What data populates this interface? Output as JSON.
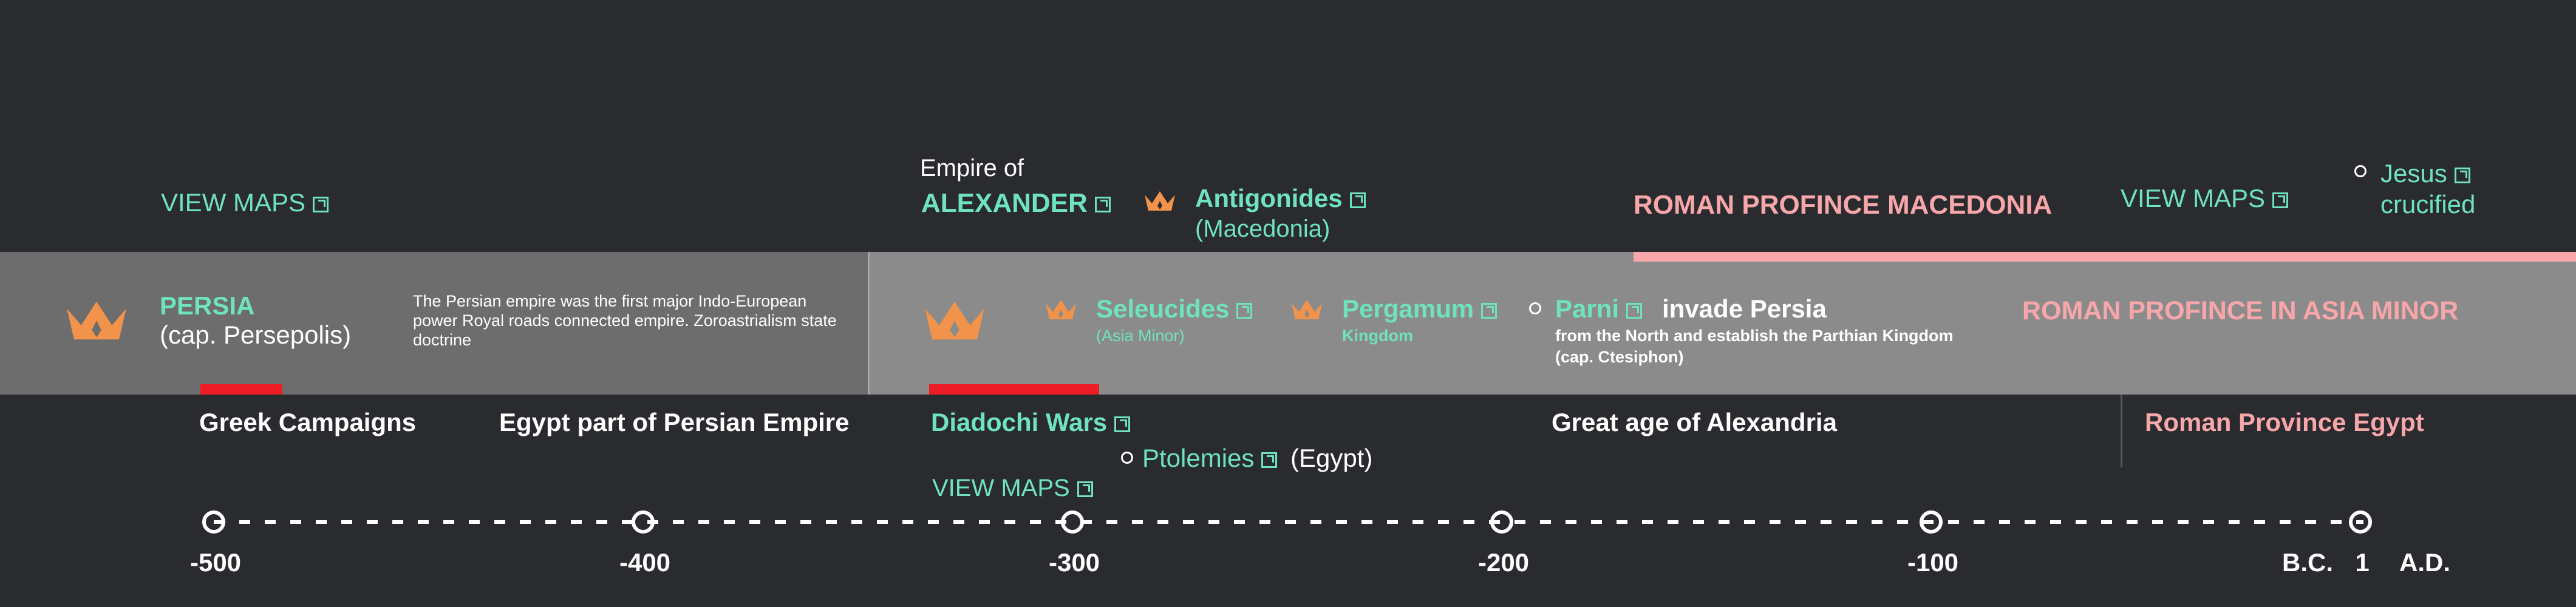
{
  "colors": {
    "background": "#2a2b2f",
    "band_left": "#6e6d6d",
    "band_right": "#8c8b8b",
    "teal": "#6fe3bd",
    "pink": "#f7a7aa",
    "red": "#ee1d25",
    "crown": "#f2934b"
  },
  "top": {
    "view_maps_1": "VIEW MAPS",
    "empire_of": "Empire of",
    "alexander": "ALEXANDER",
    "antigonides": "Antigonides",
    "antigonides_sub": "(Macedonia)",
    "roman_macedonia": "ROMAN PROFINCE MACEDONIA",
    "view_maps_2": "VIEW MAPS",
    "jesus": "Jesus",
    "crucified": "crucified"
  },
  "band": {
    "persia": "PERSIA",
    "persia_sub": "(cap. Persepolis)",
    "persia_desc": "The Persian empire was the first major Indo-European power Royal roads connected empire. Zoroastrialism state doctrine",
    "seleucides": "Seleucides",
    "seleucides_sub": "(Asia Minor)",
    "pergamum": "Pergamum",
    "pergamum_sub": "Kingdom",
    "parni": "Parni",
    "invade": "invade Persia",
    "parni_desc_1": "from the North and establish the Parthian Kingdom",
    "parni_desc_2": "(cap. Ctesiphon)",
    "roman_asia": "ROMAN PROFINCE IN ASIA MINOR"
  },
  "below": {
    "greek": "Greek Campaigns",
    "egypt_persian": "Egypt part of Persian Empire",
    "diadochi": "Diadochi Wars",
    "ptolemies": "Ptolemies",
    "egypt": "(Egypt)",
    "view_maps_3": "VIEW MAPS",
    "alexandria": "Great age of Alexandria",
    "roman_egypt": "Roman Province Egypt"
  },
  "axis": {
    "ticks": [
      "-500",
      "-400",
      "-300",
      "-200",
      "-100",
      "1"
    ],
    "bc": "B.C.",
    "ad": "A.D."
  },
  "icons": [
    "crown-icon",
    "external-link-icon",
    "event-circle-icon"
  ]
}
